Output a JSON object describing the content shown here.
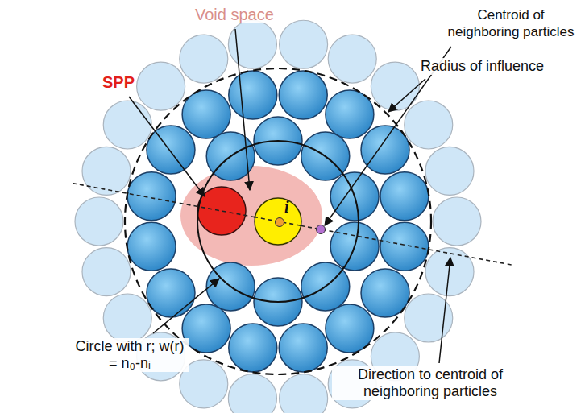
{
  "diagram": {
    "nodes": [
      {
        "text": [
          "i"
        ]
      }
    ],
    "labels": [
      "Void space",
      "SPP",
      "Centroid of neighboring particles",
      "Radius of influence",
      "Circle with r; w(r) = n₀-nᵢ",
      "Direction to centroid of neighboring particles"
    ]
  }
}
